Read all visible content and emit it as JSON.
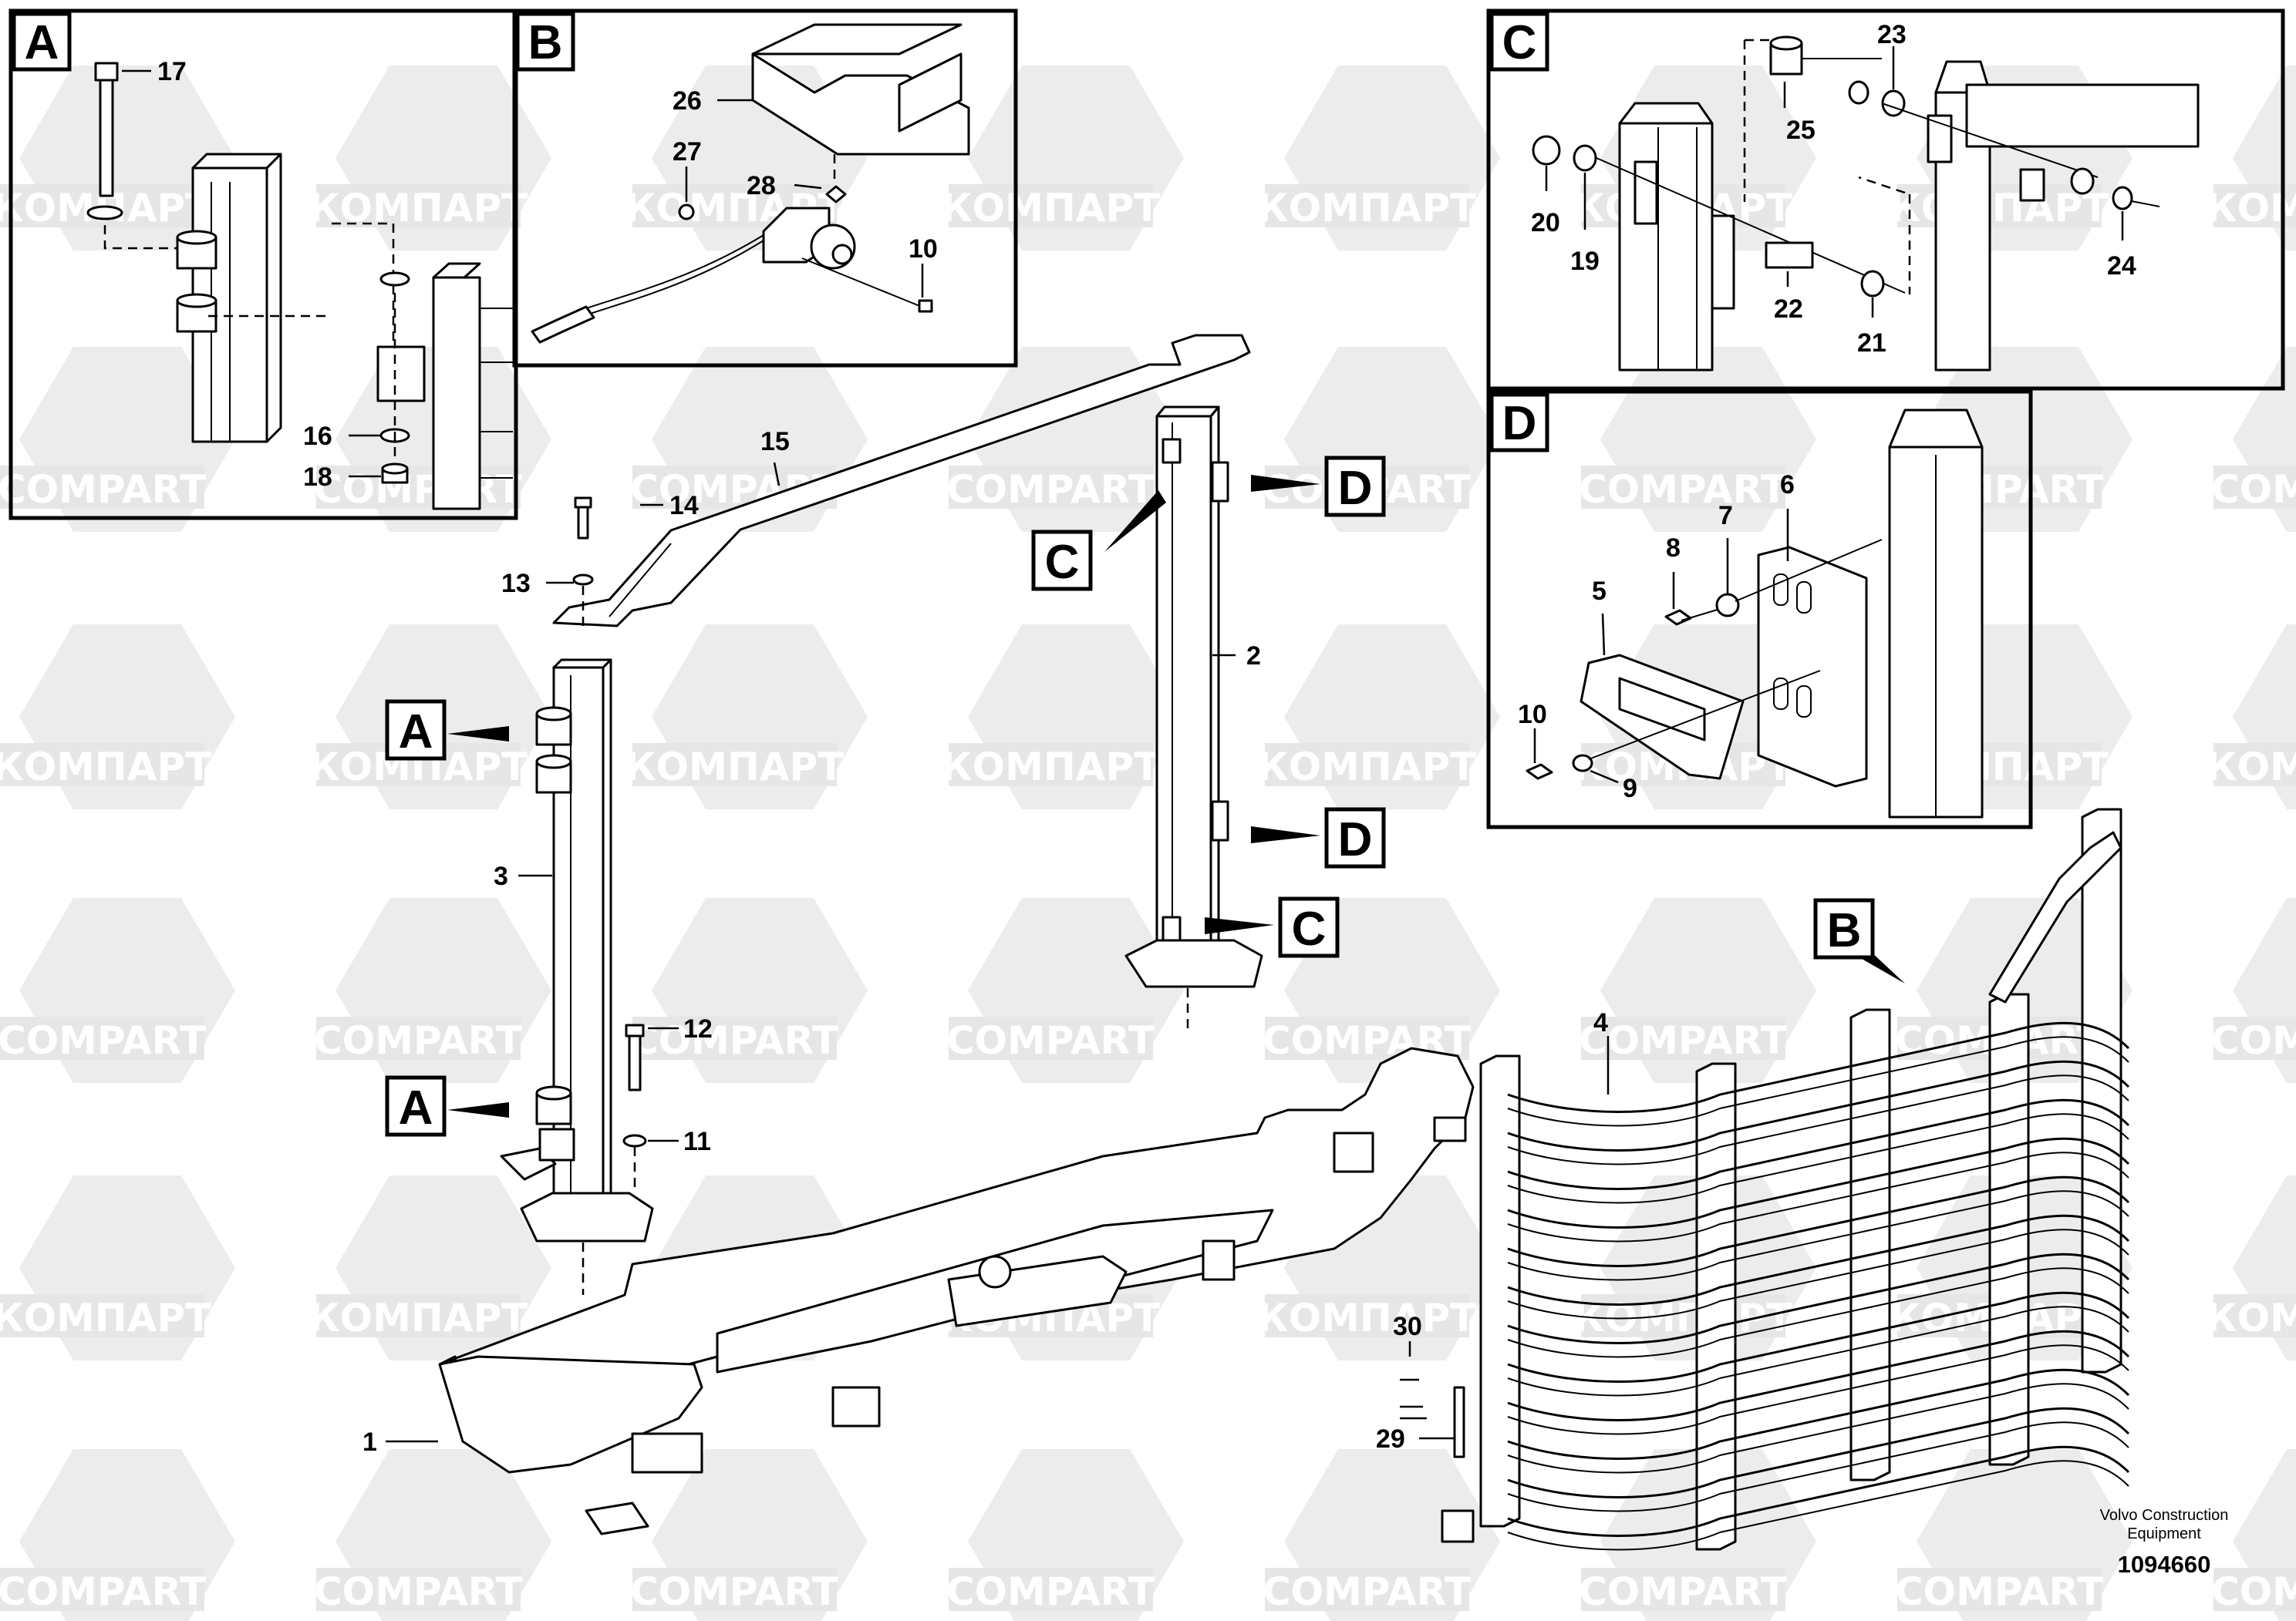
{
  "watermarks": {
    "cyr": "КОМПАРТ",
    "lat": "COMPART"
  },
  "detail_labels": {
    "a": "A",
    "b": "B",
    "c": "C",
    "d": "D"
  },
  "part_numbers": {
    "p1": "1",
    "p2": "2",
    "p3": "3",
    "p4": "4",
    "p5": "5",
    "p6": "6",
    "p7": "7",
    "p8": "8",
    "p9": "9",
    "p10": "10",
    "p11": "11",
    "p12": "12",
    "p13": "13",
    "p14": "14",
    "p15": "15",
    "p16": "16",
    "p17": "17",
    "p18": "18",
    "p19": "19",
    "p20": "20",
    "p21": "21",
    "p22": "22",
    "p23": "23",
    "p24": "24",
    "p25": "25",
    "p26": "26",
    "p27": "27",
    "p28": "28",
    "p29": "29",
    "p30": "30"
  },
  "footer": {
    "brand_line1": "Volvo Construction",
    "brand_line2": "Equipment",
    "document_number": "1094660"
  }
}
